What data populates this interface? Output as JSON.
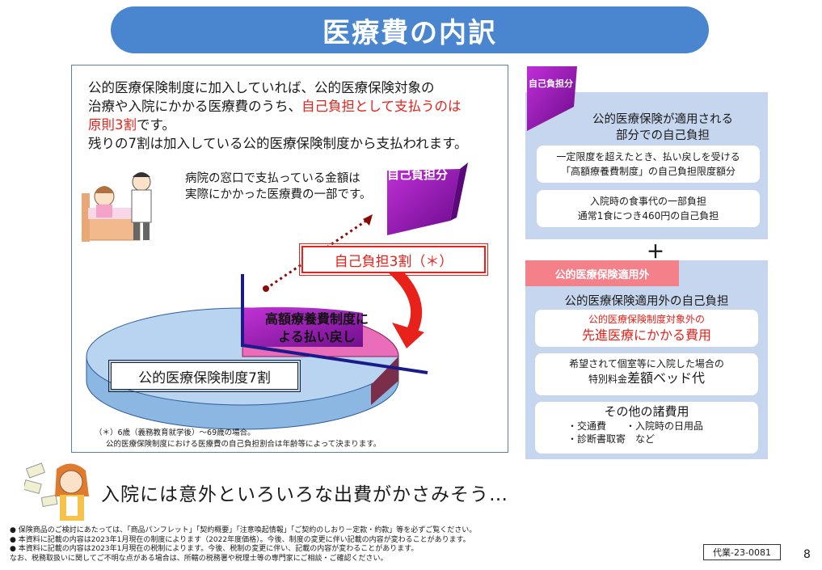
{
  "title": "医療費の内訳",
  "intro": {
    "line1": "公的医療保険制度に加入していれば、公的医療保険対象の",
    "line2_plain": "治療や入院にかかる医療費のうち、",
    "line2_red": "自己負担として支払うのは",
    "line3_red": "原則3割",
    "line3_plain": "です。",
    "line4": "残りの7割は加入している公的医療保険制度から支払われます。"
  },
  "clinic_text": {
    "line1": "病院の窓口で支払っている金額は",
    "line2": "実際にかかった医療費の一部です。"
  },
  "chart": {
    "self_pay_label": "自己負担分",
    "copay_label": "自己負担3割（＊）",
    "highcost_line1": "高額療養費制度に",
    "highcost_line2": "よる払い戻し",
    "public_share_label": "公的医療保険制度7割",
    "colors": {
      "pie_blue": "#b8d4f0",
      "pie_pink": "#e96db8",
      "purple": "#a020c0",
      "red": "#e8211a",
      "navy": "#1a1a8a"
    }
  },
  "footnote": {
    "line1": "（＊）6歳（義務教育就学後）～69歳の場合。",
    "line2": "公的医療保険制度における医療費の自己負担割合は年齢等によって決まります。"
  },
  "side_top": {
    "tab_label": "自己負担分",
    "heading_line1": "公的医療保険が適用される",
    "heading_line2": "部分での自己負担",
    "card1_line1": "一定限度を超えたとき、払い戻しを受ける",
    "card1_line2": "「高額療養費制度」の自己負担限度額分",
    "card2_line1": "入院時の食事代の一部負担",
    "card2_line2": "通常1食につき460円の自己負担"
  },
  "plus": "＋",
  "side_bottom": {
    "tab_label": "公的医療保険適用外",
    "heading": "公的医療保険適用外の自己負担",
    "card1_line1": "公的医療保険制度対象外の",
    "card1_line2": "先進医療にかかる費用",
    "card2_line1": "希望されて個室等に入院した場合の",
    "card2_line2_small": "特別料金",
    "card2_line2_big": "差額ベッド代",
    "card3_heading": "その他の諸費用",
    "card3_line1": "・交通費　　・入院時の日用品",
    "card3_line2": "・診断書取寄　など"
  },
  "bottom_message": "入院には意外といろいろな出費がかさみそう…",
  "disclaimers": [
    "●  保険商品のご検討にあたっては、「商品パンフレット」「契約概要」「注意喚起情報」「ご契約のしおり－定款・約款」等を必ずご覧ください。",
    "●  本資料に記載の内容は2023年1月現在の制度によります（2022年度価格）。今後、制度の変更に伴い記載の内容が変わることがあります。",
    "●  本資料に記載の内容は2023年1月現在の税制によります。今後、税制の変更に伴い、記載の内容が変わることがあります。",
    "なお、税務取扱いに関してご不明な点がある場合は、所轄の税務署や税理士等の専門家にご相談・ご確認ください。"
  ],
  "doc_code": "代業-23-0081",
  "page_number": "8"
}
